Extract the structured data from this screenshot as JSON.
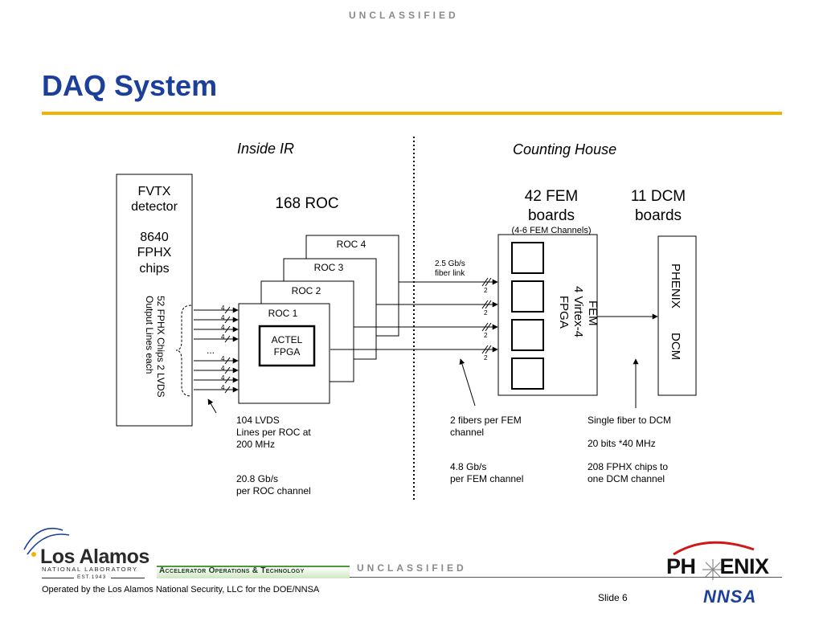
{
  "classification": {
    "top": "UNCLASSIFIED",
    "bottom": "UNCLASSIFIED"
  },
  "title": "DAQ System",
  "diagram": {
    "inside_ir": "Inside IR",
    "counting_house": "Counting House",
    "detector": {
      "line1": "FVTX",
      "line2": "detector",
      "line3": "8640",
      "line4": "FPHX",
      "line5": "chips"
    },
    "detector_output": {
      "line1": "52 FPHX Chips 2 LVDS",
      "line2": "Output Lines each"
    },
    "roc_count": "168 ROC",
    "rocs": [
      "ROC 1",
      "ROC 2",
      "ROC 3",
      "ROC 4"
    ],
    "actel": {
      "line1": "ACTEL",
      "line2": "FPGA"
    },
    "bus_width_in": "4",
    "bus_width_out": "2",
    "ellipsis": "...",
    "fiber_label": {
      "line1": "2.5 Gb/s",
      "line2": "fiber link"
    },
    "fem_count": {
      "line1": "42 FEM",
      "line2": "boards"
    },
    "fem_channels": "(4-6 FEM Channels)",
    "fem_box": {
      "line1": "FEM",
      "line2": "4 Virtex-4",
      "line3": "FPGA"
    },
    "dcm_count": {
      "line1": "11 DCM",
      "line2": "boards"
    },
    "dcm_box": {
      "line1": "PHENIX",
      "line2": "DCM"
    },
    "notes_roc": {
      "l1": "104 LVDS",
      "l2": "Lines per ROC at",
      "l3": "200 MHz",
      "l4": "20.8 Gb/s",
      "l5": "per ROC channel"
    },
    "notes_fem": {
      "l1": "2 fibers per FEM",
      "l2": "channel",
      "l3": "4.8 Gb/s",
      "l4": "per FEM channel"
    },
    "notes_dcm": {
      "l1": "Single fiber to DCM",
      "l2": "20 bits *40 MHz",
      "l3": "208 FPHX chips to",
      "l4": "one DCM channel"
    }
  },
  "footer": {
    "operator": "Operated by the Los Alamos National Security, LLC for the DOE/NNSA",
    "slide": "Slide 6",
    "lab_name": "Los Alamos",
    "lab_sub": "NATIONAL LABORATORY",
    "lab_est": "EST.1943",
    "division": "Accelerator Operations & Technology",
    "phenix_logo": "PHENIX",
    "nnsa_logo": "NNSA"
  },
  "colors": {
    "title": "#1c3f9a",
    "rule": "#f0b400",
    "classification": "#8a8a8a"
  }
}
